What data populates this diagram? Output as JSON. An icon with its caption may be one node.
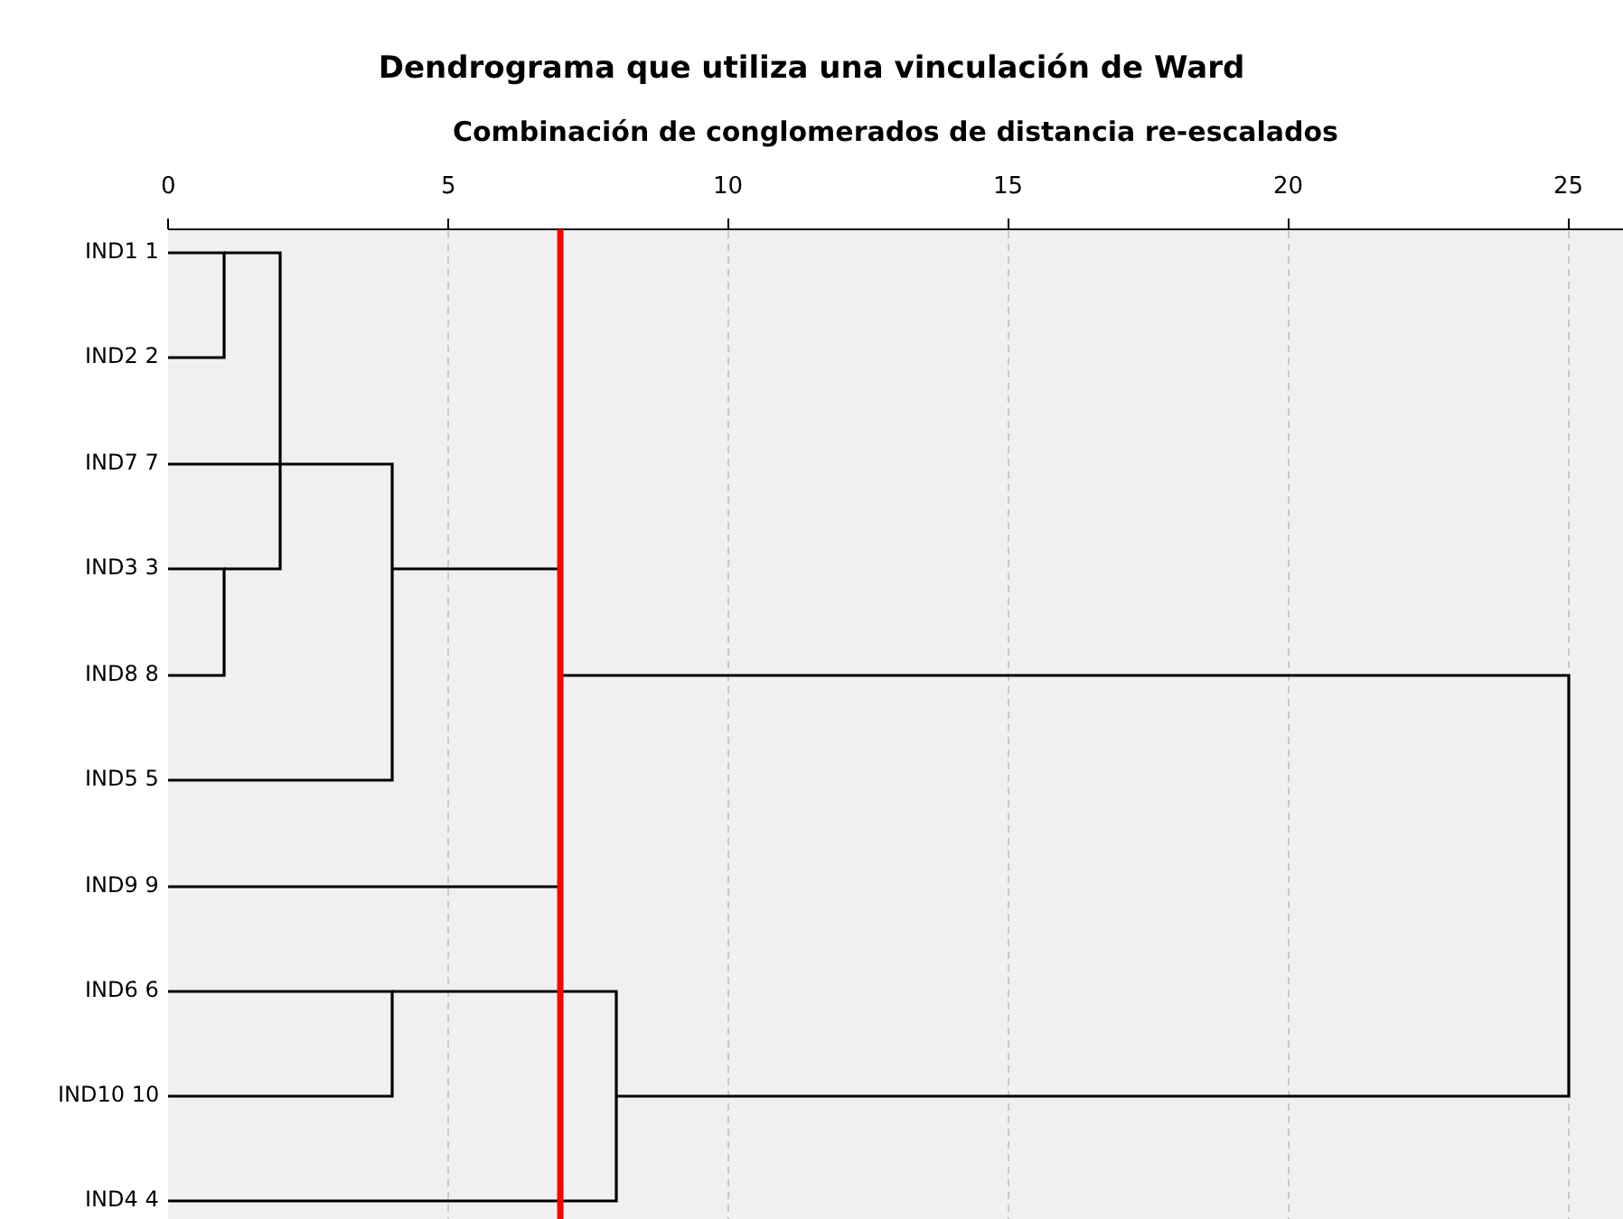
{
  "diagram": {
    "title": "Dendrograma que utiliza una vinculación de Ward",
    "labels": [
      "Combinación de conglomerados de distancia re-escalados",
      "0",
      "5",
      "10",
      "15",
      "20",
      "25",
      "IND1 1",
      "IND2 2",
      "IND7 7",
      "IND3 3",
      "IND8 8",
      "IND5 5",
      "IND9 9",
      "IND6 6",
      "IND10 10",
      "IND4 4"
    ]
  }
}
